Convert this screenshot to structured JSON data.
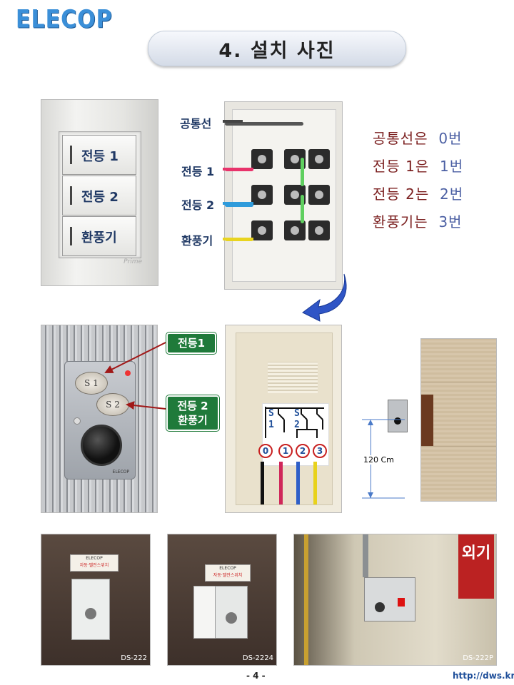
{
  "logo": "ELECOP",
  "title": "4. 설치 사진",
  "wall_switch": {
    "buttons": [
      "전등 1",
      "전등 2",
      "환풍기"
    ],
    "brand": "Prime"
  },
  "terminal_labels": [
    "공통선",
    "전등 1",
    "전등 2",
    "환풍기"
  ],
  "legend": [
    {
      "text": "공통선은",
      "num": "0번"
    },
    {
      "text": "전등 1은",
      "num": "1번"
    },
    {
      "text": "전등 2는",
      "num": "2번"
    },
    {
      "text": "환풍기는",
      "num": "3번"
    }
  ],
  "sensor": {
    "s1": "S 1",
    "s2": "S 2",
    "brand": "ELECOP",
    "callout1": "전등1",
    "callout2_line1": "전등 2",
    "callout2_line2": "환풍기"
  },
  "circuit": {
    "s1_top": "S",
    "s1_bot": "1",
    "s2_top": "S",
    "s2_bot": "2",
    "terminals": [
      "0",
      "1",
      "2",
      "3"
    ]
  },
  "height_label": "120 Cm",
  "models": [
    "DS-222",
    "DS-2224",
    "DS-222P"
  ],
  "photo_text": {
    "sign_brand": "ELECOP",
    "sign_text": "자동·멜전스위치",
    "wall_text": "외기"
  },
  "footer": {
    "page": "- 4 -",
    "url": "http://dws.kr"
  }
}
